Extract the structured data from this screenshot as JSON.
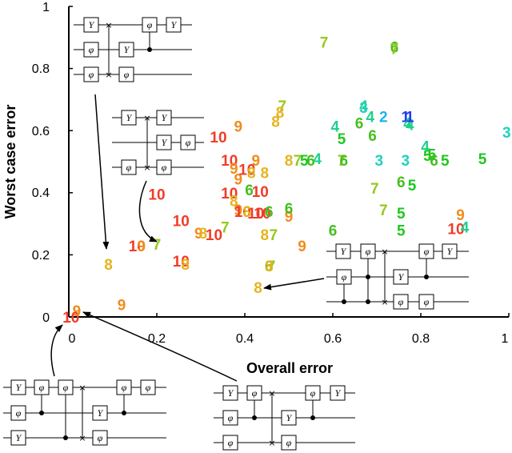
{
  "chart_data": {
    "type": "scatter",
    "xlabel": "Overall error",
    "ylabel": "Worst case error",
    "xlim": [
      0,
      1
    ],
    "ylim": [
      0,
      1
    ],
    "x_ticks": [
      "0",
      "0.2",
      "0.4",
      "0.6",
      "0.8",
      "1"
    ],
    "y_ticks": [
      "0",
      "0.2",
      "0.4",
      "0.6",
      "0.8",
      "1"
    ],
    "grid": false,
    "label_colors": {
      "1": "#1e3cf0",
      "2": "#1eb4f0",
      "3": "#1ed2be",
      "4": "#1ed28c",
      "5": "#1ec81e",
      "6": "#46be1e",
      "7": "#96c81e",
      "8": "#e6b41e",
      "9": "#f08c1e",
      "10": "#f03c28",
      "11": "#1e3cf0"
    },
    "points": [
      {
        "x": 0.005,
        "y": 0.0,
        "label": "10"
      },
      {
        "x": 0.018,
        "y": 0.02,
        "label": "9"
      },
      {
        "x": 0.12,
        "y": 0.04,
        "label": "9"
      },
      {
        "x": 0.09,
        "y": 0.17,
        "label": "8"
      },
      {
        "x": 0.155,
        "y": 0.23,
        "label": "10"
      },
      {
        "x": 0.165,
        "y": 0.23,
        "label": "9"
      },
      {
        "x": 0.2,
        "y": 0.235,
        "label": "7"
      },
      {
        "x": 0.255,
        "y": 0.18,
        "label": "10"
      },
      {
        "x": 0.265,
        "y": 0.17,
        "label": "8"
      },
      {
        "x": 0.2,
        "y": 0.395,
        "label": "10"
      },
      {
        "x": 0.255,
        "y": 0.31,
        "label": "10"
      },
      {
        "x": 0.295,
        "y": 0.27,
        "label": "9"
      },
      {
        "x": 0.305,
        "y": 0.27,
        "label": "8"
      },
      {
        "x": 0.33,
        "y": 0.265,
        "label": "10"
      },
      {
        "x": 0.355,
        "y": 0.29,
        "label": "7"
      },
      {
        "x": 0.34,
        "y": 0.58,
        "label": "10"
      },
      {
        "x": 0.385,
        "y": 0.615,
        "label": "9"
      },
      {
        "x": 0.365,
        "y": 0.505,
        "label": "10"
      },
      {
        "x": 0.375,
        "y": 0.48,
        "label": "9"
      },
      {
        "x": 0.385,
        "y": 0.445,
        "label": "9"
      },
      {
        "x": 0.365,
        "y": 0.4,
        "label": "10"
      },
      {
        "x": 0.375,
        "y": 0.375,
        "label": "8"
      },
      {
        "x": 0.425,
        "y": 0.505,
        "label": "9"
      },
      {
        "x": 0.405,
        "y": 0.475,
        "label": "10"
      },
      {
        "x": 0.415,
        "y": 0.465,
        "label": "8"
      },
      {
        "x": 0.445,
        "y": 0.465,
        "label": "8"
      },
      {
        "x": 0.41,
        "y": 0.41,
        "label": "6"
      },
      {
        "x": 0.435,
        "y": 0.405,
        "label": "10"
      },
      {
        "x": 0.385,
        "y": 0.345,
        "label": "9"
      },
      {
        "x": 0.395,
        "y": 0.34,
        "label": "10"
      },
      {
        "x": 0.405,
        "y": 0.34,
        "label": "8"
      },
      {
        "x": 0.425,
        "y": 0.335,
        "label": "10"
      },
      {
        "x": 0.44,
        "y": 0.335,
        "label": "10"
      },
      {
        "x": 0.455,
        "y": 0.34,
        "label": "6"
      },
      {
        "x": 0.5,
        "y": 0.325,
        "label": "9"
      },
      {
        "x": 0.5,
        "y": 0.35,
        "label": "6"
      },
      {
        "x": 0.445,
        "y": 0.265,
        "label": "8"
      },
      {
        "x": 0.465,
        "y": 0.265,
        "label": "7"
      },
      {
        "x": 0.455,
        "y": 0.165,
        "label": "6"
      },
      {
        "x": 0.46,
        "y": 0.165,
        "label": "7"
      },
      {
        "x": 0.455,
        "y": 0.165,
        "label": "8"
      },
      {
        "x": 0.53,
        "y": 0.23,
        "label": "9"
      },
      {
        "x": 0.485,
        "y": 0.68,
        "label": "7"
      },
      {
        "x": 0.48,
        "y": 0.66,
        "label": "8"
      },
      {
        "x": 0.47,
        "y": 0.63,
        "label": "8"
      },
      {
        "x": 0.5,
        "y": 0.505,
        "label": "8"
      },
      {
        "x": 0.52,
        "y": 0.505,
        "label": "7"
      },
      {
        "x": 0.535,
        "y": 0.505,
        "label": "5"
      },
      {
        "x": 0.55,
        "y": 0.505,
        "label": "6"
      },
      {
        "x": 0.565,
        "y": 0.51,
        "label": "4"
      },
      {
        "x": 0.62,
        "y": 0.505,
        "label": "7"
      },
      {
        "x": 0.625,
        "y": 0.505,
        "label": "6"
      },
      {
        "x": 0.6,
        "y": 0.28,
        "label": "6"
      },
      {
        "x": 0.58,
        "y": 0.885,
        "label": "7"
      },
      {
        "x": 0.74,
        "y": 0.87,
        "label": "6"
      },
      {
        "x": 0.74,
        "y": 0.865,
        "label": "7"
      },
      {
        "x": 0.67,
        "y": 0.68,
        "label": "4"
      },
      {
        "x": 0.67,
        "y": 0.675,
        "label": "3"
      },
      {
        "x": 0.685,
        "y": 0.645,
        "label": "4"
      },
      {
        "x": 0.715,
        "y": 0.645,
        "label": "2"
      },
      {
        "x": 0.66,
        "y": 0.625,
        "label": "6"
      },
      {
        "x": 0.605,
        "y": 0.615,
        "label": "4"
      },
      {
        "x": 0.62,
        "y": 0.575,
        "label": "5"
      },
      {
        "x": 0.69,
        "y": 0.585,
        "label": "6"
      },
      {
        "x": 0.765,
        "y": 0.645,
        "label": "1"
      },
      {
        "x": 0.77,
        "y": 0.625,
        "label": "4"
      },
      {
        "x": 0.775,
        "y": 0.62,
        "label": "4"
      },
      {
        "x": 0.775,
        "y": 0.645,
        "label": "1"
      },
      {
        "x": 0.705,
        "y": 0.505,
        "label": "3"
      },
      {
        "x": 0.765,
        "y": 0.505,
        "label": "3"
      },
      {
        "x": 0.81,
        "y": 0.55,
        "label": "4"
      },
      {
        "x": 0.815,
        "y": 0.52,
        "label": "5"
      },
      {
        "x": 0.825,
        "y": 0.525,
        "label": "5"
      },
      {
        "x": 0.83,
        "y": 0.505,
        "label": "6"
      },
      {
        "x": 0.855,
        "y": 0.505,
        "label": "5"
      },
      {
        "x": 0.94,
        "y": 0.51,
        "label": "5"
      },
      {
        "x": 0.995,
        "y": 0.595,
        "label": "3"
      },
      {
        "x": 0.755,
        "y": 0.435,
        "label": "6"
      },
      {
        "x": 0.78,
        "y": 0.425,
        "label": "5"
      },
      {
        "x": 0.695,
        "y": 0.415,
        "label": "7"
      },
      {
        "x": 0.715,
        "y": 0.345,
        "label": "7"
      },
      {
        "x": 0.755,
        "y": 0.335,
        "label": "5"
      },
      {
        "x": 0.755,
        "y": 0.28,
        "label": "5"
      },
      {
        "x": 0.89,
        "y": 0.33,
        "label": "9"
      },
      {
        "x": 0.88,
        "y": 0.285,
        "label": "10"
      },
      {
        "x": 0.9,
        "y": 0.29,
        "label": "4"
      },
      {
        "x": 0.43,
        "y": 0.095,
        "label": "8"
      }
    ]
  },
  "circuits": [
    {
      "id": "c1",
      "gates": [
        "Y",
        "φ",
        "Y",
        "φ",
        "Y",
        "φ",
        "φ"
      ]
    },
    {
      "id": "c2",
      "gates": [
        "Y",
        "Y",
        "Y",
        "φ",
        "φ",
        "φ"
      ]
    },
    {
      "id": "c3",
      "gates": [
        "Y",
        "φ",
        "φ",
        "Y",
        "φ",
        "φ",
        "Y",
        "φ"
      ]
    },
    {
      "id": "c4",
      "gates": [
        "Y",
        "φ",
        "φ",
        "φ",
        "Y",
        "φ",
        "φ",
        "Y",
        "φ"
      ]
    },
    {
      "id": "c5",
      "gates": [
        "Y",
        "φ",
        "φ",
        "Y",
        "φ",
        "Y",
        "φ",
        "φ"
      ]
    }
  ]
}
